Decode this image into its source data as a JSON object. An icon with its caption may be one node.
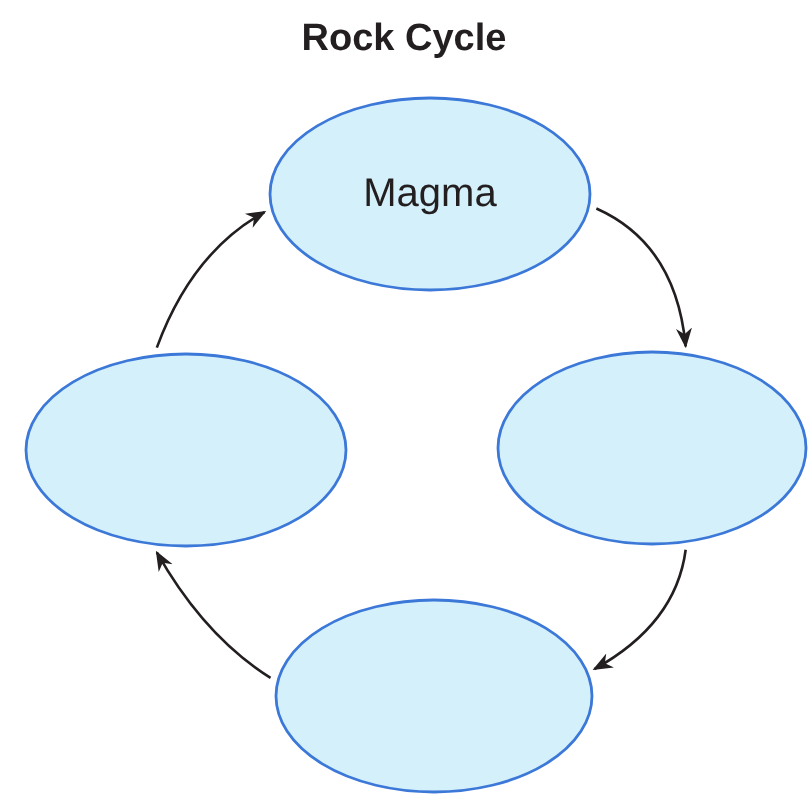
{
  "diagram": {
    "title": "Rock Cycle",
    "nodes": [
      {
        "text": [
          "Magma"
        ]
      },
      {
        "text": [],
        "shape": "ellipse"
      },
      {
        "text": [],
        "shape": "ellipse"
      },
      {
        "text": [],
        "shape": "ellipse"
      }
    ],
    "edges": [
      {
        "from": 0,
        "to": 1,
        "arrow": "to"
      },
      {
        "from": 1,
        "to": 2,
        "arrow": "to"
      },
      {
        "from": 2,
        "to": 3,
        "arrow": "to"
      },
      {
        "from": 3,
        "to": 0,
        "arrow": "to"
      }
    ]
  }
}
